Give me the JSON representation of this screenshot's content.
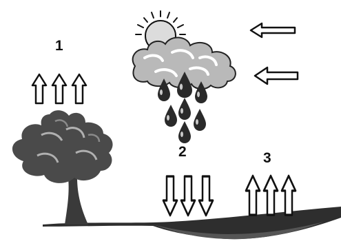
{
  "labels": {
    "evaporation": "1",
    "precipitation": "2",
    "transpiration": "3"
  },
  "colors": {
    "ink": "#111111",
    "tree": "#4a4a4a",
    "cloud": "#b9b9b9",
    "sun": "#dcdcdc",
    "drops": "#2a2a2a",
    "ground": "#2e2e2e"
  },
  "icons": [
    "tree-icon",
    "sun-icon",
    "cloud-icon",
    "raindrop-icon",
    "arrow-up-icon",
    "arrow-down-icon",
    "arrow-left-icon"
  ]
}
